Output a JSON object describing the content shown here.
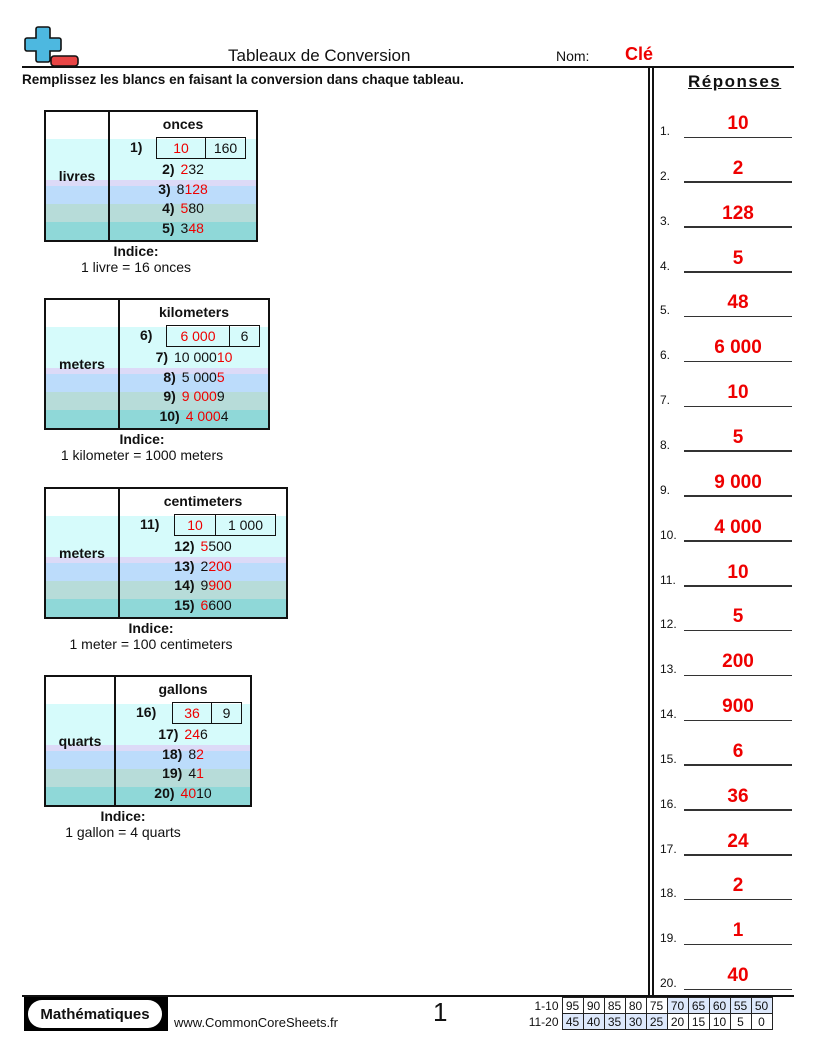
{
  "header": {
    "logo_icon": "plus-minus-logo-icon",
    "title": "Tableaux de Conversion",
    "name_label": "Nom:",
    "name_value": "Clé",
    "instructions": "Remplissez les blancs en faisant la conversion dans chaque tableau."
  },
  "colors": {
    "answer_red": "#e00000",
    "logo_blue": "#4db8e0",
    "logo_red": "#e84545",
    "band_white": "#ffffff",
    "band_cyan": "#d6fbfb",
    "band_lavender": "#dcdaf7",
    "band_blue": "#bcdcfb",
    "band_gray_green": "#b7dcd9",
    "band_teal": "#8fd8d8",
    "score_highlight": "#dde8fb"
  },
  "tables": [
    {
      "from_unit": "livres",
      "to_unit": "onces",
      "example": {
        "num": "1)",
        "answer": "10",
        "given": "160"
      },
      "rows": [
        {
          "num": "2)",
          "answer": "2",
          "given": "32",
          "answer_first": true
        },
        {
          "num": "3)",
          "answer": "128",
          "given": "8",
          "answer_first": false
        },
        {
          "num": "4)",
          "answer": "5",
          "given": "80",
          "answer_first": true
        },
        {
          "num": "5)",
          "answer": "48",
          "given": "3",
          "answer_first": false
        }
      ],
      "hint_title": "Indice:",
      "hint_text": "1 livre = 16 onces"
    },
    {
      "from_unit": "meters",
      "to_unit": "kilometers",
      "example": {
        "num": "6)",
        "answer": "6 000",
        "given": "6"
      },
      "rows": [
        {
          "num": "7)",
          "answer": "10",
          "given": "10 000",
          "answer_first": false
        },
        {
          "num": "8)",
          "answer": "5",
          "given": "5 000",
          "answer_first": false
        },
        {
          "num": "9)",
          "answer": "9 000",
          "given": "9",
          "answer_first": true
        },
        {
          "num": "10)",
          "answer": "4 000",
          "given": "4",
          "answer_first": true
        }
      ],
      "hint_title": "Indice:",
      "hint_text": "1 kilometer = 1000 meters"
    },
    {
      "from_unit": "meters",
      "to_unit": "centimeters",
      "example": {
        "num": "11)",
        "answer": "10",
        "given": "1 000"
      },
      "rows": [
        {
          "num": "12)",
          "answer": "5",
          "given": "500",
          "answer_first": true
        },
        {
          "num": "13)",
          "answer": "200",
          "given": "2",
          "answer_first": false
        },
        {
          "num": "14)",
          "answer": "900",
          "given": "9",
          "answer_first": false
        },
        {
          "num": "15)",
          "answer": "6",
          "given": "600",
          "answer_first": true
        }
      ],
      "hint_title": "Indice:",
      "hint_text": "1 meter = 100 centimeters"
    },
    {
      "from_unit": "quarts",
      "to_unit": "gallons",
      "example": {
        "num": "16)",
        "answer": "36",
        "given": "9"
      },
      "rows": [
        {
          "num": "17)",
          "answer": "24",
          "given": "6",
          "answer_first": true
        },
        {
          "num": "18)",
          "answer": "2",
          "given": "8",
          "answer_first": false
        },
        {
          "num": "19)",
          "answer": "1",
          "given": "4",
          "answer_first": false
        },
        {
          "num": "20)",
          "answer": "40",
          "given": "10",
          "answer_first": true
        }
      ],
      "hint_title": "Indice:",
      "hint_text": "1 gallon = 4 quarts"
    }
  ],
  "answers": {
    "heading": "Réponses",
    "items": [
      {
        "num": "1.",
        "value": "10"
      },
      {
        "num": "2.",
        "value": "2"
      },
      {
        "num": "3.",
        "value": "128"
      },
      {
        "num": "4.",
        "value": "5"
      },
      {
        "num": "5.",
        "value": "48"
      },
      {
        "num": "6.",
        "value": "6 000"
      },
      {
        "num": "7.",
        "value": "10"
      },
      {
        "num": "8.",
        "value": "5"
      },
      {
        "num": "9.",
        "value": "9 000"
      },
      {
        "num": "10.",
        "value": "4 000"
      },
      {
        "num": "11.",
        "value": "10"
      },
      {
        "num": "12.",
        "value": "5"
      },
      {
        "num": "13.",
        "value": "200"
      },
      {
        "num": "14.",
        "value": "900"
      },
      {
        "num": "15.",
        "value": "6"
      },
      {
        "num": "16.",
        "value": "36"
      },
      {
        "num": "17.",
        "value": "24"
      },
      {
        "num": "18.",
        "value": "2"
      },
      {
        "num": "19.",
        "value": "1"
      },
      {
        "num": "20.",
        "value": "40"
      }
    ]
  },
  "footer": {
    "badge": "Mathématiques",
    "site": "www.CommonCoreSheets.fr",
    "page": "1",
    "score_rows": [
      {
        "label": "1-10",
        "values": [
          "95",
          "90",
          "85",
          "80",
          "75",
          "70",
          "65",
          "60",
          "55",
          "50"
        ],
        "highlight": [
          false,
          false,
          false,
          false,
          false,
          true,
          true,
          true,
          true,
          true
        ]
      },
      {
        "label": "11-20",
        "values": [
          "45",
          "40",
          "35",
          "30",
          "25",
          "20",
          "15",
          "10",
          "5",
          "0"
        ],
        "highlight": [
          true,
          true,
          true,
          true,
          true,
          false,
          false,
          false,
          false,
          false
        ]
      }
    ]
  }
}
